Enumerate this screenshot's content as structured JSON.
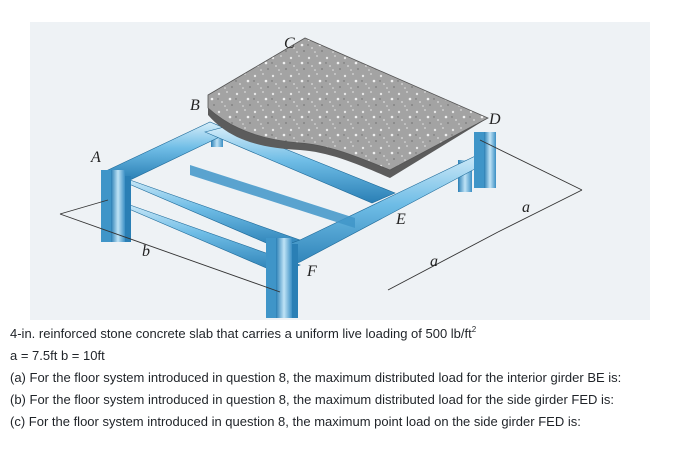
{
  "figure": {
    "labels": {
      "A": "A",
      "B": "B",
      "C": "C",
      "D": "D",
      "E": "E",
      "F": "F",
      "a1": "a",
      "a2": "a",
      "b": "b"
    },
    "colors": {
      "steel_light": "#bfe3f6",
      "steel_mid": "#5cb2e0",
      "steel_dark": "#2a7fb5",
      "slab": "#9a9a9a",
      "slab_edge": "#5c5c5c",
      "background": "#eef2f5"
    }
  },
  "text": {
    "intro": "4-in. reinforced stone concrete slab that carries a uniform live loading of 500 lb/ft",
    "intro_sup": "2",
    "params": "a = 7.5ft b = 10ft",
    "qa": "(a) For the floor system introduced in question 8, the maximum distributed load for the interior girder BE is:",
    "qb": "(b) For the floor system introduced in question 8, the maximum distributed load for the side girder FED is:",
    "qc": "(c) For the floor system introduced in question 8, the maximum point load on the side girder FED is:"
  }
}
